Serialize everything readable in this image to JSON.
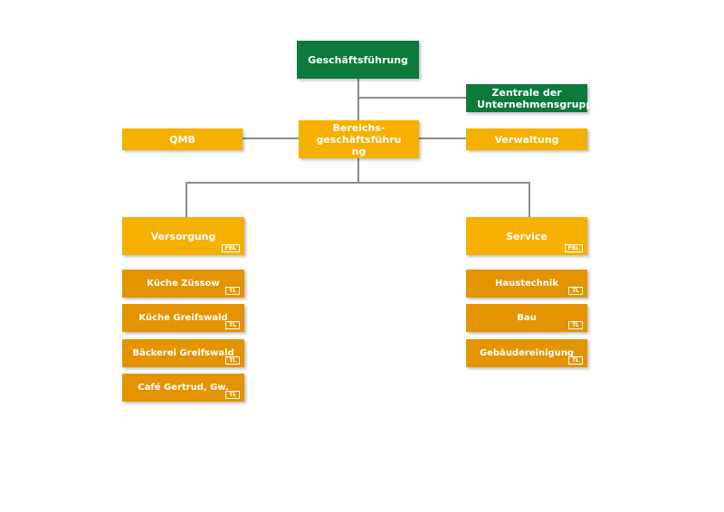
{
  "colors": {
    "management": "#0b7a3b",
    "unit": "#f5b000",
    "subunit": "#e49400",
    "connector": "#8c8c8c"
  },
  "nodes": {
    "geschaeftsfuehrung": "Geschäftsführung",
    "zentrale": "Zentrale der Unternehmensgruppe",
    "bereich": "Bereichs-geschäftsführung",
    "qmb": "QMB",
    "verwaltung": "Verwaltung",
    "versorgung": {
      "label": "Versorgung",
      "tag": "FBL"
    },
    "service": {
      "label": "Service",
      "tag": "FBL"
    }
  },
  "versorgung_items": [
    {
      "label": "Küche Züssow",
      "tag": "TL"
    },
    {
      "label": "Küche Greifswald",
      "tag": "TL"
    },
    {
      "label": "Bäckerei Greifswald",
      "tag": "TL"
    },
    {
      "label": "Café Gertrud, Gw.",
      "tag": "TL"
    }
  ],
  "service_items": [
    {
      "label": "Haustechnik",
      "tag": "TL"
    },
    {
      "label": "Bau",
      "tag": "TL"
    },
    {
      "label": "Gebäudereinigung",
      "tag": "TL"
    }
  ]
}
